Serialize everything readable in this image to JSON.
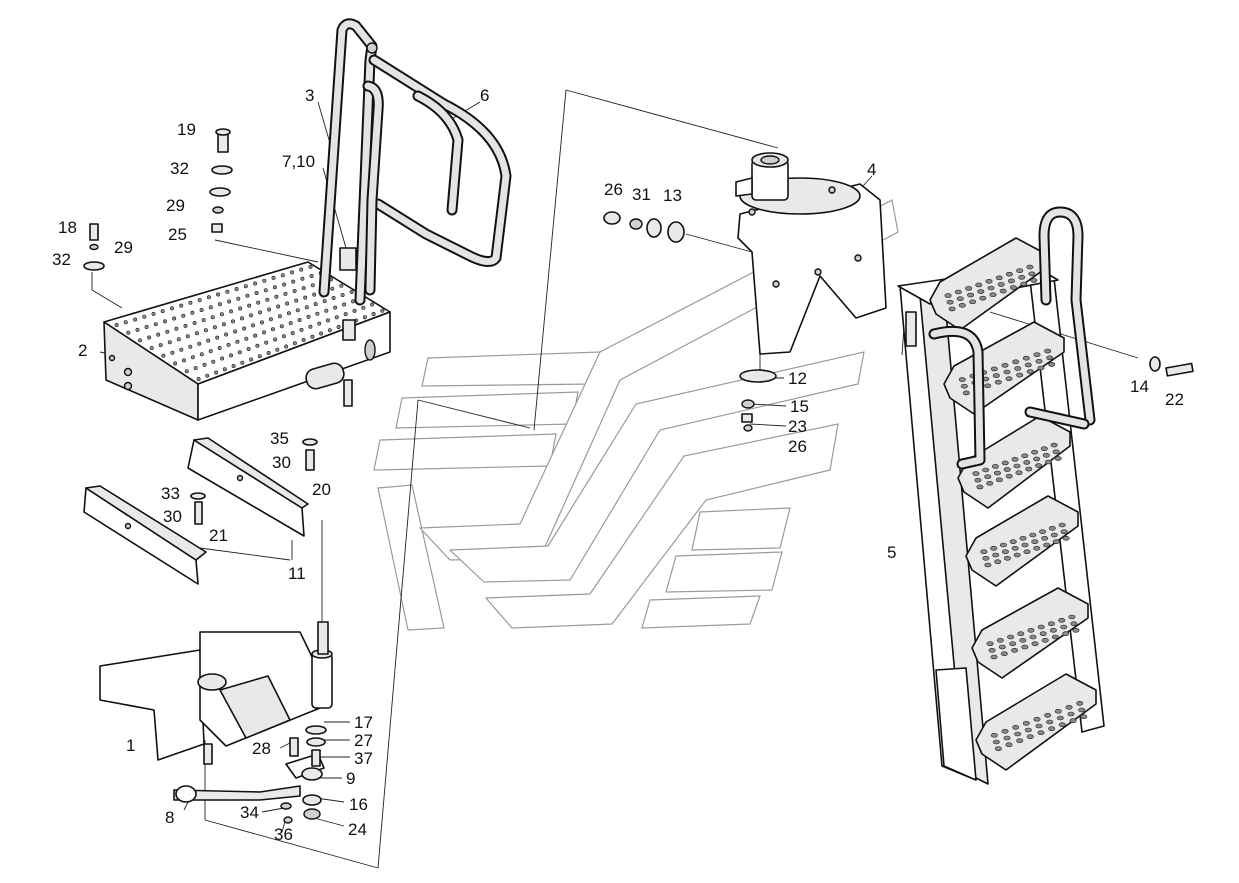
{
  "callouts": [
    "1",
    "2",
    "3",
    "4",
    "5",
    "6",
    "7,10",
    "8",
    "9",
    "11",
    "12",
    "13",
    "14",
    "15",
    "16",
    "17",
    "18",
    "19",
    "20",
    "21",
    "22",
    "23",
    "24",
    "25",
    "26",
    "26",
    "27",
    "28",
    "29",
    "29",
    "30",
    "30",
    "31",
    "32",
    "32",
    "33",
    "34",
    "35",
    "36",
    "37"
  ]
}
